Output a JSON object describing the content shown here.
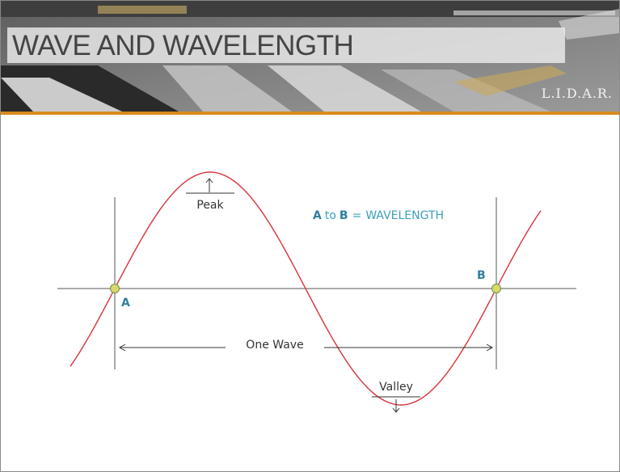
{
  "header": {
    "title": "WAVE AND WAVELENGTH",
    "brand": "L.I.D.A.R."
  },
  "diagram": {
    "peak_label": "Peak",
    "valley_label": "Valley",
    "one_wave_label": "One Wave",
    "point_a": "A",
    "point_b": "B",
    "legend_to": "to",
    "legend_equals": "=",
    "legend_term": "WAVELENGTH"
  },
  "colors": {
    "wave": "#d8323c",
    "point_fill": "#d9d96a",
    "point_label": "#2f7f9f",
    "legend_term": "#3b9fc0",
    "accent_rule": "#d98a1c",
    "axis": "#555555"
  }
}
